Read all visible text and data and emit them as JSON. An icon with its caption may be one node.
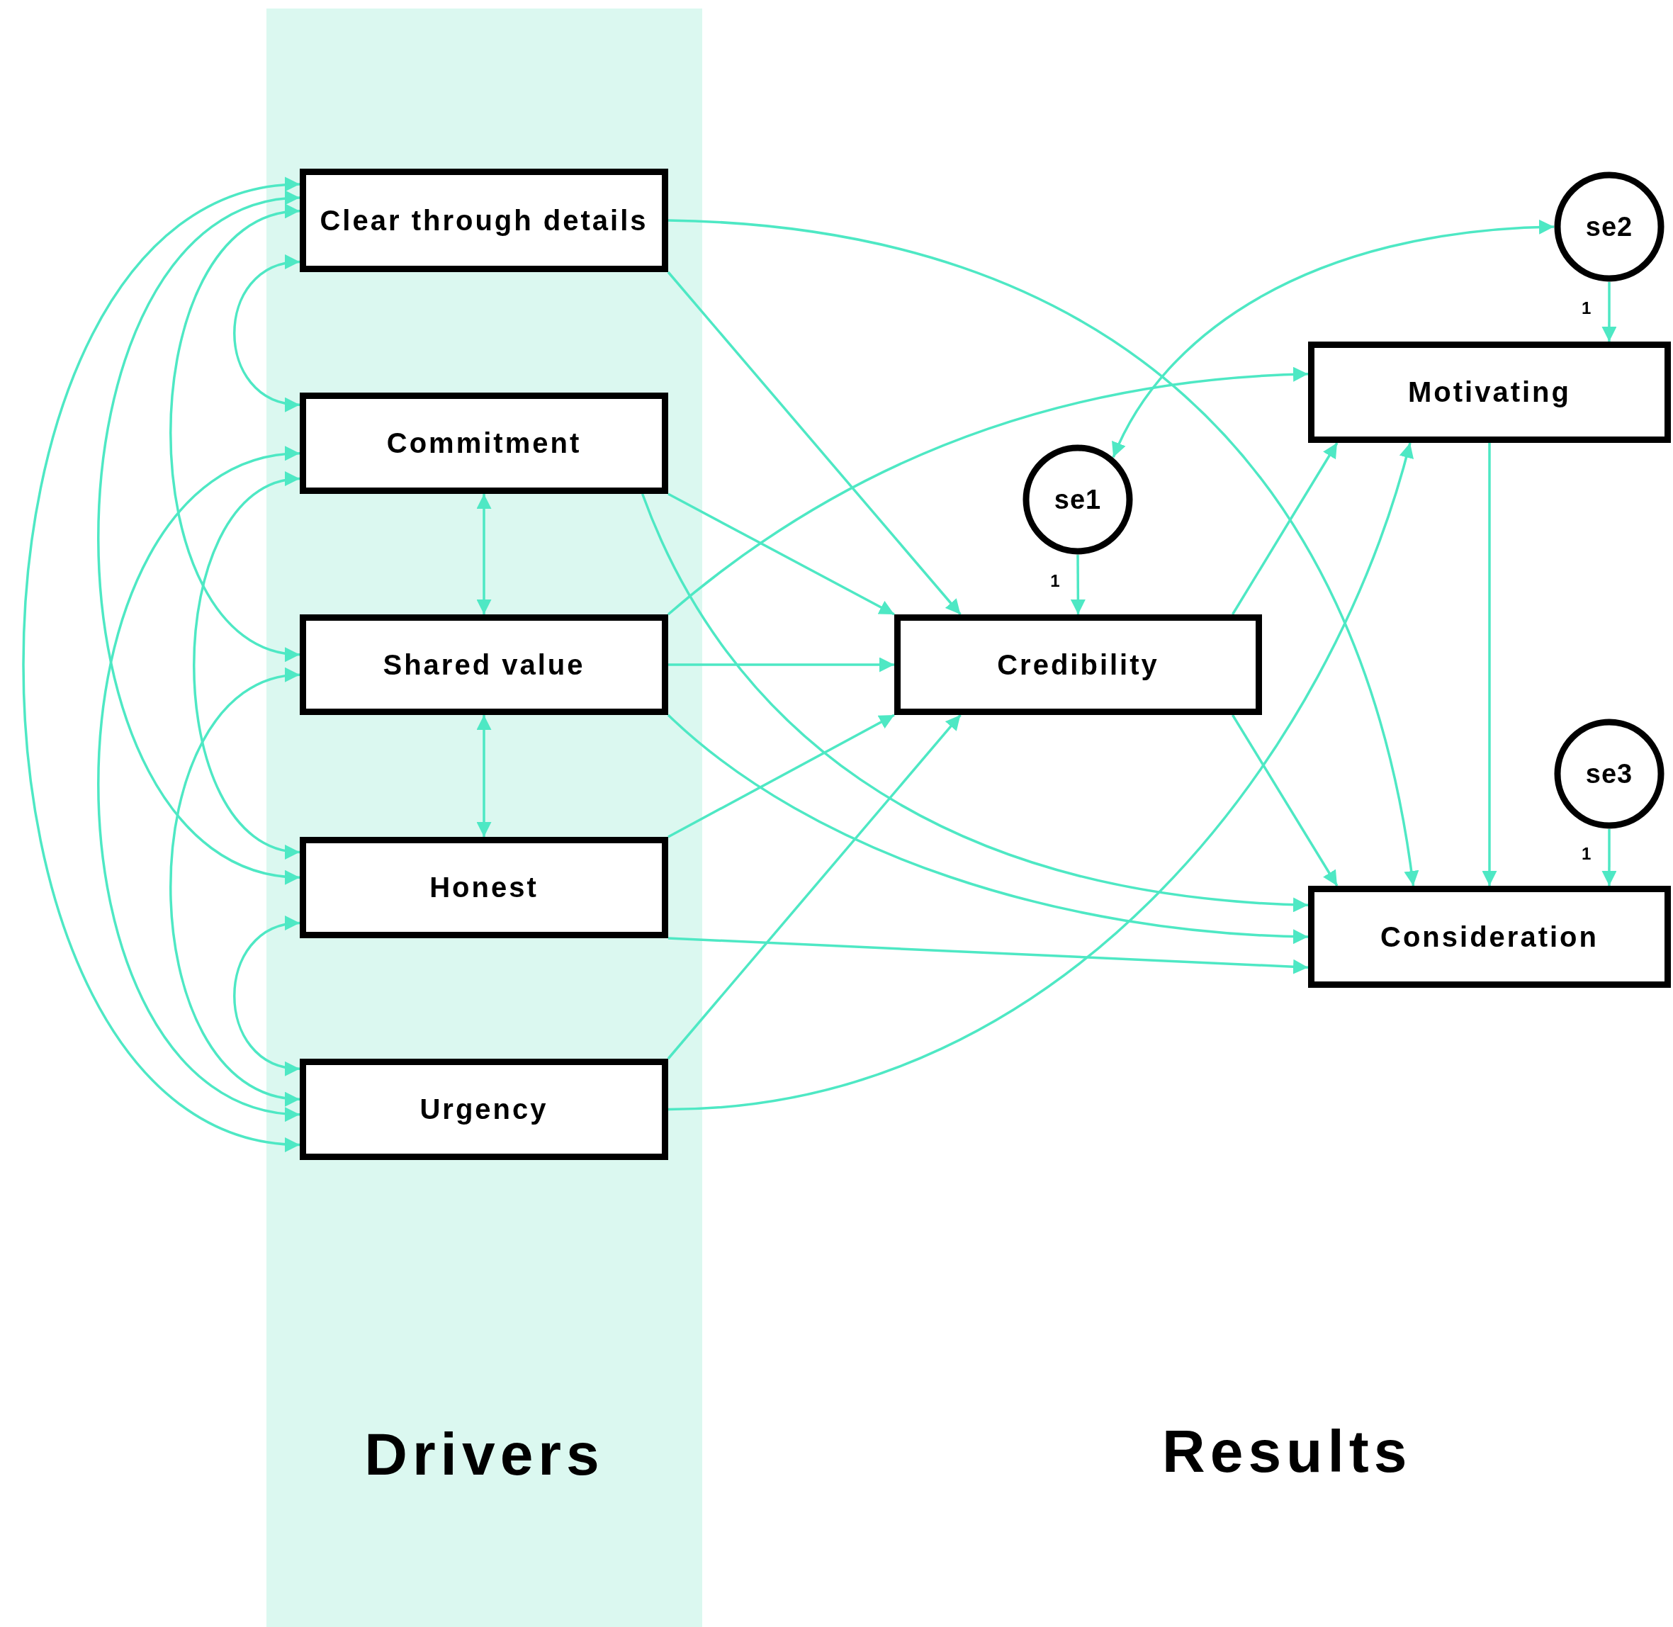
{
  "diagram": {
    "nodes": [
      {
        "text": [
          "Drivers"
        ]
      },
      {
        "text": [
          "Clear through details"
        ],
        "in": 0
      },
      {
        "text": [
          "Commitment"
        ],
        "in": 0
      },
      {
        "text": [
          "Shared value"
        ],
        "in": 0
      },
      {
        "text": [
          "Honest"
        ],
        "in": 0
      },
      {
        "text": [
          "Urgency"
        ],
        "in": 0
      },
      {
        "text": [
          "se1"
        ]
      },
      {
        "text": [
          "Credibility"
        ]
      },
      {
        "text": [
          "se2"
        ]
      },
      {
        "text": [
          "Motivating"
        ]
      },
      {
        "text": [
          "se3"
        ]
      },
      {
        "text": [
          "Consideration"
        ]
      }
    ],
    "edges": [
      {
        "from": 1,
        "to": 2,
        "arrow": "both"
      },
      {
        "from": 1,
        "to": 3,
        "arrow": "both"
      },
      {
        "from": 1,
        "to": 4,
        "arrow": "both"
      },
      {
        "from": 1,
        "to": 5,
        "arrow": "both"
      },
      {
        "from": 2,
        "to": 3,
        "arrow": "both"
      },
      {
        "from": 2,
        "to": 4,
        "arrow": "both"
      },
      {
        "from": 2,
        "to": 5,
        "arrow": "both"
      },
      {
        "from": 3,
        "to": 4,
        "arrow": "both"
      },
      {
        "from": 3,
        "to": 5,
        "arrow": "both"
      },
      {
        "from": 4,
        "to": 5,
        "arrow": "both"
      },
      {
        "from": 6,
        "to": 8,
        "arrow": "both"
      },
      {
        "from": 1,
        "to": 7,
        "arrow": "to"
      },
      {
        "from": 1,
        "to": 11,
        "arrow": "to"
      },
      {
        "from": 2,
        "to": 7,
        "arrow": "to"
      },
      {
        "from": 2,
        "to": 11,
        "arrow": "to"
      },
      {
        "from": 3,
        "to": 7,
        "arrow": "to"
      },
      {
        "from": 3,
        "to": 9,
        "arrow": "to"
      },
      {
        "from": 3,
        "to": 11,
        "arrow": "to"
      },
      {
        "from": 4,
        "to": 7,
        "arrow": "to"
      },
      {
        "from": 4,
        "to": 11,
        "arrow": "to"
      },
      {
        "from": 5,
        "to": 7,
        "arrow": "to"
      },
      {
        "from": 5,
        "to": 9,
        "arrow": "to"
      },
      {
        "from": 7,
        "to": 9,
        "arrow": "to"
      },
      {
        "from": 7,
        "to": 11,
        "arrow": "to"
      },
      {
        "from": 9,
        "to": 11,
        "arrow": "to"
      },
      {
        "from": 6,
        "to": 7,
        "arrow": "to",
        "label": "1"
      },
      {
        "from": 8,
        "to": 9,
        "arrow": "to",
        "label": "1"
      },
      {
        "from": 10,
        "to": 11,
        "arrow": "to",
        "label": "1"
      }
    ],
    "labels": [
      "Results"
    ]
  }
}
